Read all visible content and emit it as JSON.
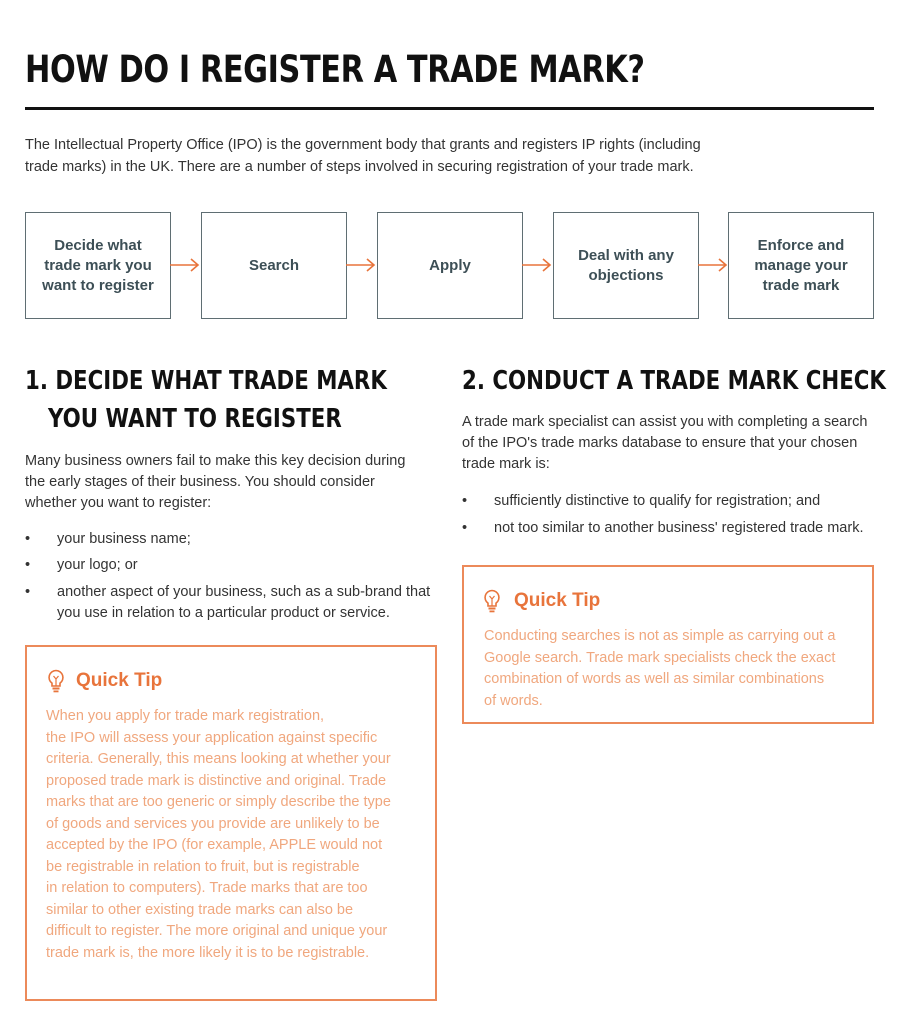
{
  "title": "HOW DO I REGISTER A TRADE MARK?",
  "intro": [
    "The Intellectual Property Office (IPO) is the government body that grants and registers IP rights (including",
    "trade marks) in the UK. There are a number of steps involved in securing registration of your trade mark."
  ],
  "steps": [
    [
      "Decide what",
      "trade mark you",
      "want to register"
    ],
    [
      "Search"
    ],
    [
      "Apply"
    ],
    [
      "Deal with any",
      "objections"
    ],
    [
      "Enforce and",
      "manage your",
      "trade mark"
    ]
  ],
  "section1": {
    "heading": [
      "1. DECIDE WHAT TRADE MARK",
      "YOU WANT TO REGISTER"
    ],
    "body": [
      "Many business owners fail to make this key decision during",
      "the early stages of their business. You should consider",
      "whether you want to register:"
    ],
    "bullets": [
      [
        "your business name;"
      ],
      [
        "your logo; or"
      ],
      [
        "another aspect of your business, such as a sub-brand that",
        "you use in relation to a particular product or service."
      ]
    ],
    "tip": {
      "title": "Quick Tip",
      "lines": [
        "When you apply for trade mark registration,",
        "the IPO will assess your application against specific",
        "criteria. Generally, this means looking at whether your",
        "proposed trade mark is distinctive and original. Trade",
        "marks that are too generic or simply describe the type",
        "of goods and services you provide are unlikely to be",
        "accepted by the IPO (for example, APPLE would not",
        "be registrable in relation to fruit, but is registrable",
        "in relation to computers). Trade marks that are too",
        "similar to other existing trade marks can also be",
        "difficult to register. The more original and unique your",
        "trade mark is, the more likely it is to be registrable."
      ]
    }
  },
  "section2": {
    "heading": [
      "2. CONDUCT A TRADE MARK CHECK"
    ],
    "body": [
      "A trade mark specialist can assist you with completing a search",
      "of the IPO's trade marks database to ensure that your chosen",
      "trade mark is:"
    ],
    "bullets": [
      [
        "sufficiently distinctive to qualify for registration; and"
      ],
      [
        "not too similar to another business' registered trade mark."
      ]
    ],
    "tip": {
      "title": "Quick Tip",
      "lines": [
        "Conducting searches is not as simple as carrying out a",
        "Google search. Trade mark specialists check the exact",
        "combination of words as well as similar combinations",
        "of words."
      ]
    }
  },
  "bullet_char": "•",
  "colors": {
    "accent": "#e8743b",
    "tip_text": "#f0a77e",
    "step_text": "#3d4f56"
  }
}
